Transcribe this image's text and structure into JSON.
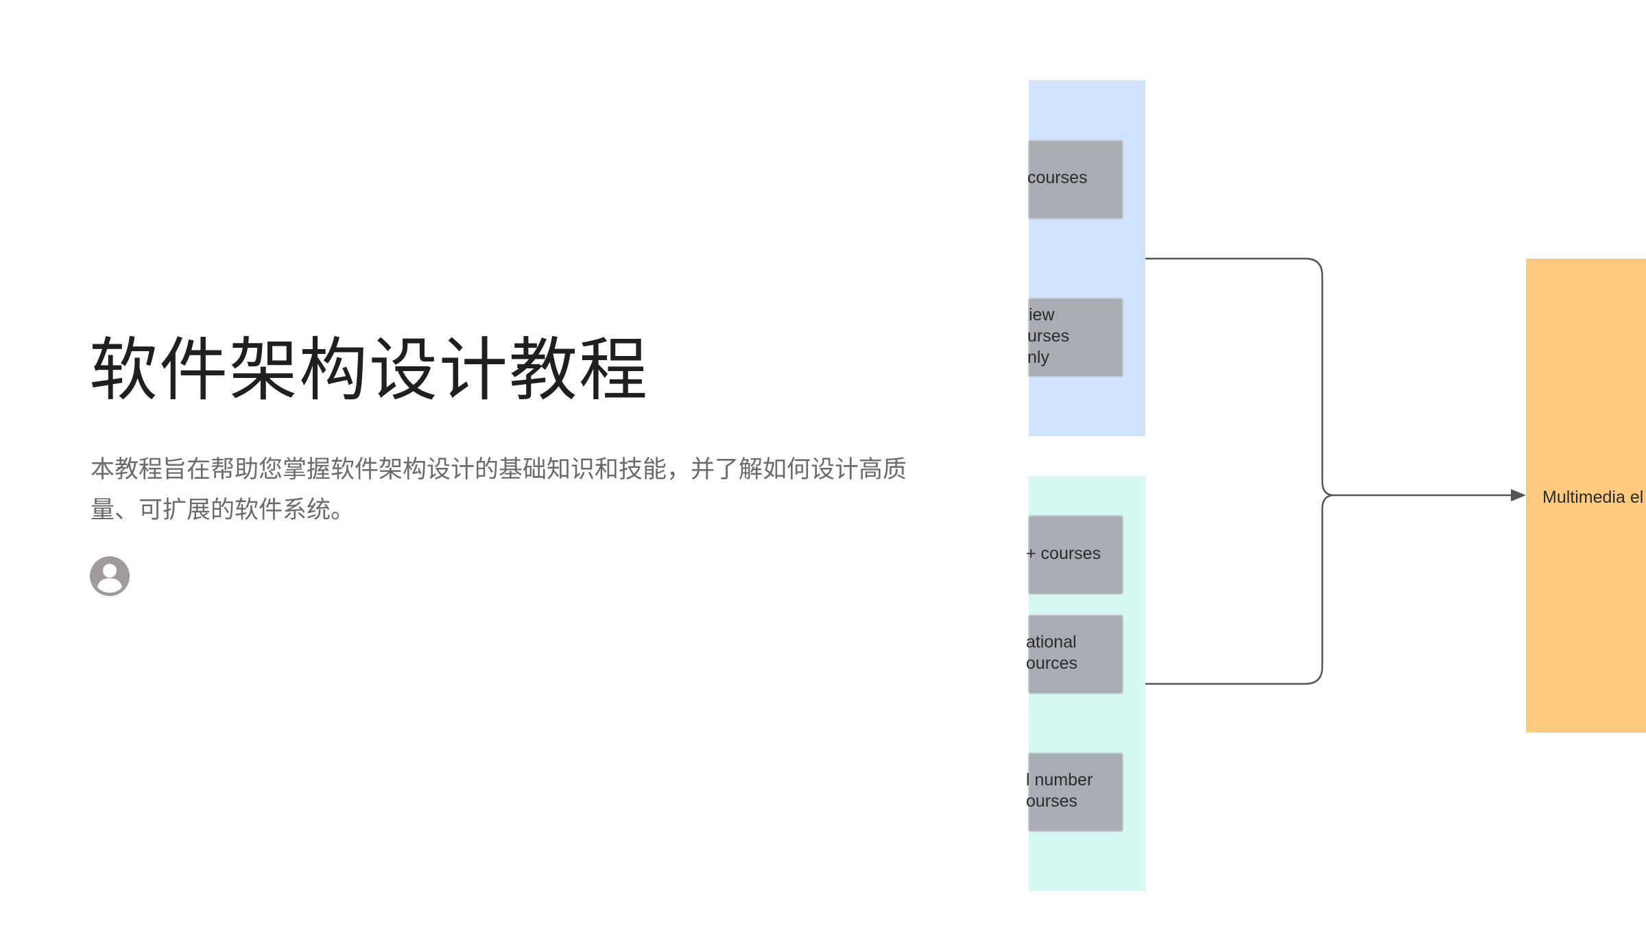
{
  "slide": {
    "title": "软件架构设计教程",
    "subtitle": "本教程旨在帮助您掌握软件架构设计的基础知识和技能，并了解如何设计高质量、可扩展的软件系统。",
    "author_avatar_icon": "user-avatar-icon"
  },
  "diagram": {
    "colors": {
      "group_top": "#cfe2ff",
      "group_bottom": "#d6f8f2",
      "card": "#a8acb3",
      "target": "#fdca7e",
      "line": "#555555"
    },
    "group_top_cards": [
      {
        "lines": [
          "courses"
        ]
      },
      {
        "lines": [
          "iew",
          "urses",
          "nly"
        ]
      }
    ],
    "group_bottom_cards": [
      {
        "lines": [
          "+ courses"
        ]
      },
      {
        "lines": [
          "ational",
          "ources"
        ]
      },
      {
        "lines": [
          "l number",
          "ourses"
        ]
      }
    ],
    "target_label": "Multimedia el"
  }
}
